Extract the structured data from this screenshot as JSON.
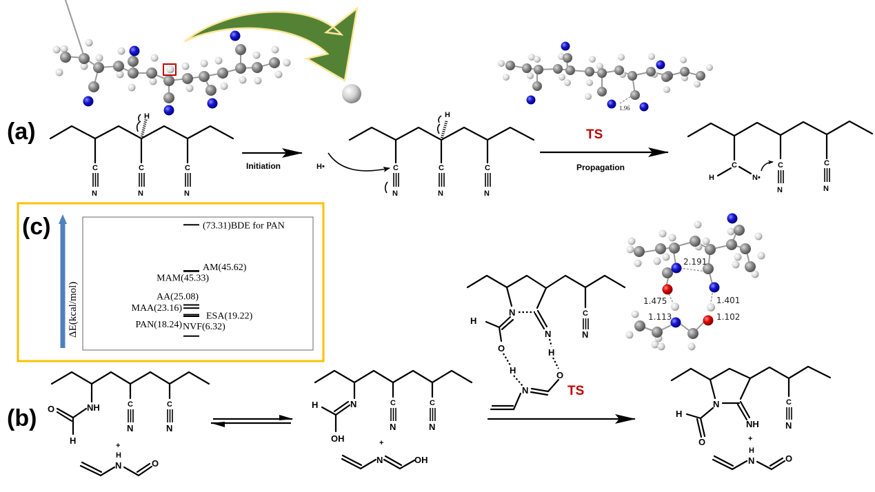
{
  "figure": {
    "panels": {
      "a": {
        "label": "(a)",
        "step1_label": "Initiation",
        "step2_top_label": "TS",
        "step2_bottom_label": "Propagation",
        "radical": "H•",
        "ts_distance": "1.96",
        "atoms": {
          "C": "C",
          "N": "N",
          "H": "H",
          "N_radical": "N•"
        }
      },
      "b": {
        "label": "(b)",
        "ts_label": "TS",
        "plus": "+",
        "atoms": {
          "O": "O",
          "NH": "NH",
          "H": "H",
          "C": "C",
          "N": "N",
          "OH": "OH",
          "HN": "NH"
        },
        "ts_distances": [
          "2.191",
          "1.475",
          "1.113",
          "1.401",
          "1.102"
        ]
      },
      "c": {
        "label": "(c)",
        "y_axis_label": "ΔE(kcal/mol)",
        "levels": [
          {
            "name": "BDE for PAN",
            "value": 73.31,
            "text": "(73.31)BDE for PAN"
          },
          {
            "name": "AM",
            "value": 45.62,
            "text": "AM(45.62)"
          },
          {
            "name": "MAM",
            "value": 45.33,
            "text": "MAM(45.33)"
          },
          {
            "name": "AA",
            "value": 25.08,
            "text": "AA(25.08)"
          },
          {
            "name": "MAA",
            "value": 23.16,
            "text": "MAA(23.16)"
          },
          {
            "name": "ESA",
            "value": 19.22,
            "text": "ESA(19.22)"
          },
          {
            "name": "PAN",
            "value": 18.24,
            "text": "PAN(18.24)"
          },
          {
            "name": "NVF",
            "value": 6.32,
            "text": "NVF(6.32)"
          }
        ]
      }
    },
    "colors": {
      "ts_red": "#c00000",
      "panel_border": "#ffc000",
      "axis_arrow": "#4f81bd",
      "green_arrow": "#548235",
      "nitrogen": "#1a1acc",
      "oxygen": "#e00000",
      "carbon": "#808080",
      "hydrogen": "#e8e8e8"
    }
  }
}
